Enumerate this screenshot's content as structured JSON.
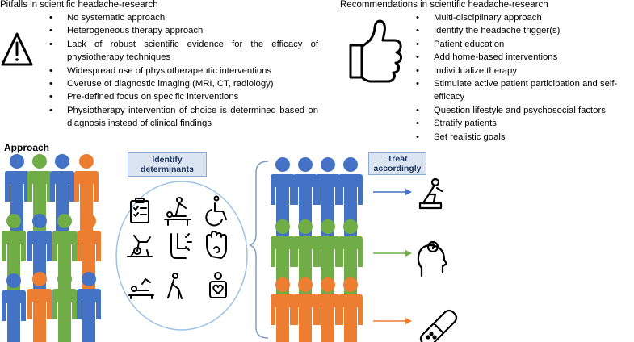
{
  "pitfalls": {
    "heading": "Pitfalls in scientific headache-research",
    "items": [
      "No systematic approach",
      "Heterogeneous therapy approach",
      "Lack of robust scientific evidence for the efficacy of physiotherapy techniques",
      "Widespread use of physiotherapeutic interventions",
      "Overuse of diagnostic imaging (MRI, CT, radiology)",
      "Pre-defined focus on specific interventions",
      "Physiotherapy intervention of choice is determined based on diagnosis instead of clinical findings"
    ]
  },
  "recommendations": {
    "heading": "Recommendations in scientific headache-research",
    "items": [
      "Multi-disciplinary approach",
      "Identify the headache trigger(s)",
      "Patient education",
      "Add home-based interventions",
      "Individualize therapy",
      "Stimulate active patient participation and self-efficacy",
      "Question lifestyle and psychosocial factors",
      "Stratify patients",
      "Set realistic goals"
    ]
  },
  "approach_label": "Approach",
  "identify_label": "Identify determinants",
  "treat_label": "Treat accordingly",
  "colors": {
    "blue": "#4472c4",
    "green": "#70ad47",
    "orange": "#ed7d31",
    "tag_bg": "#dbe5f1",
    "tag_border": "#8eaadb"
  },
  "icons": [
    "warning-icon",
    "thumbs-up-icon",
    "clipboard-icon",
    "massage-table-icon",
    "wheelchair-icon",
    "exercise-bike-icon",
    "leg-pain-icon",
    "hand-icon",
    "lying-patient-icon",
    "elderly-person-icon",
    "heart-person-icon",
    "kneeling-exercise-icon",
    "head-question-icon",
    "pill-icon"
  ]
}
